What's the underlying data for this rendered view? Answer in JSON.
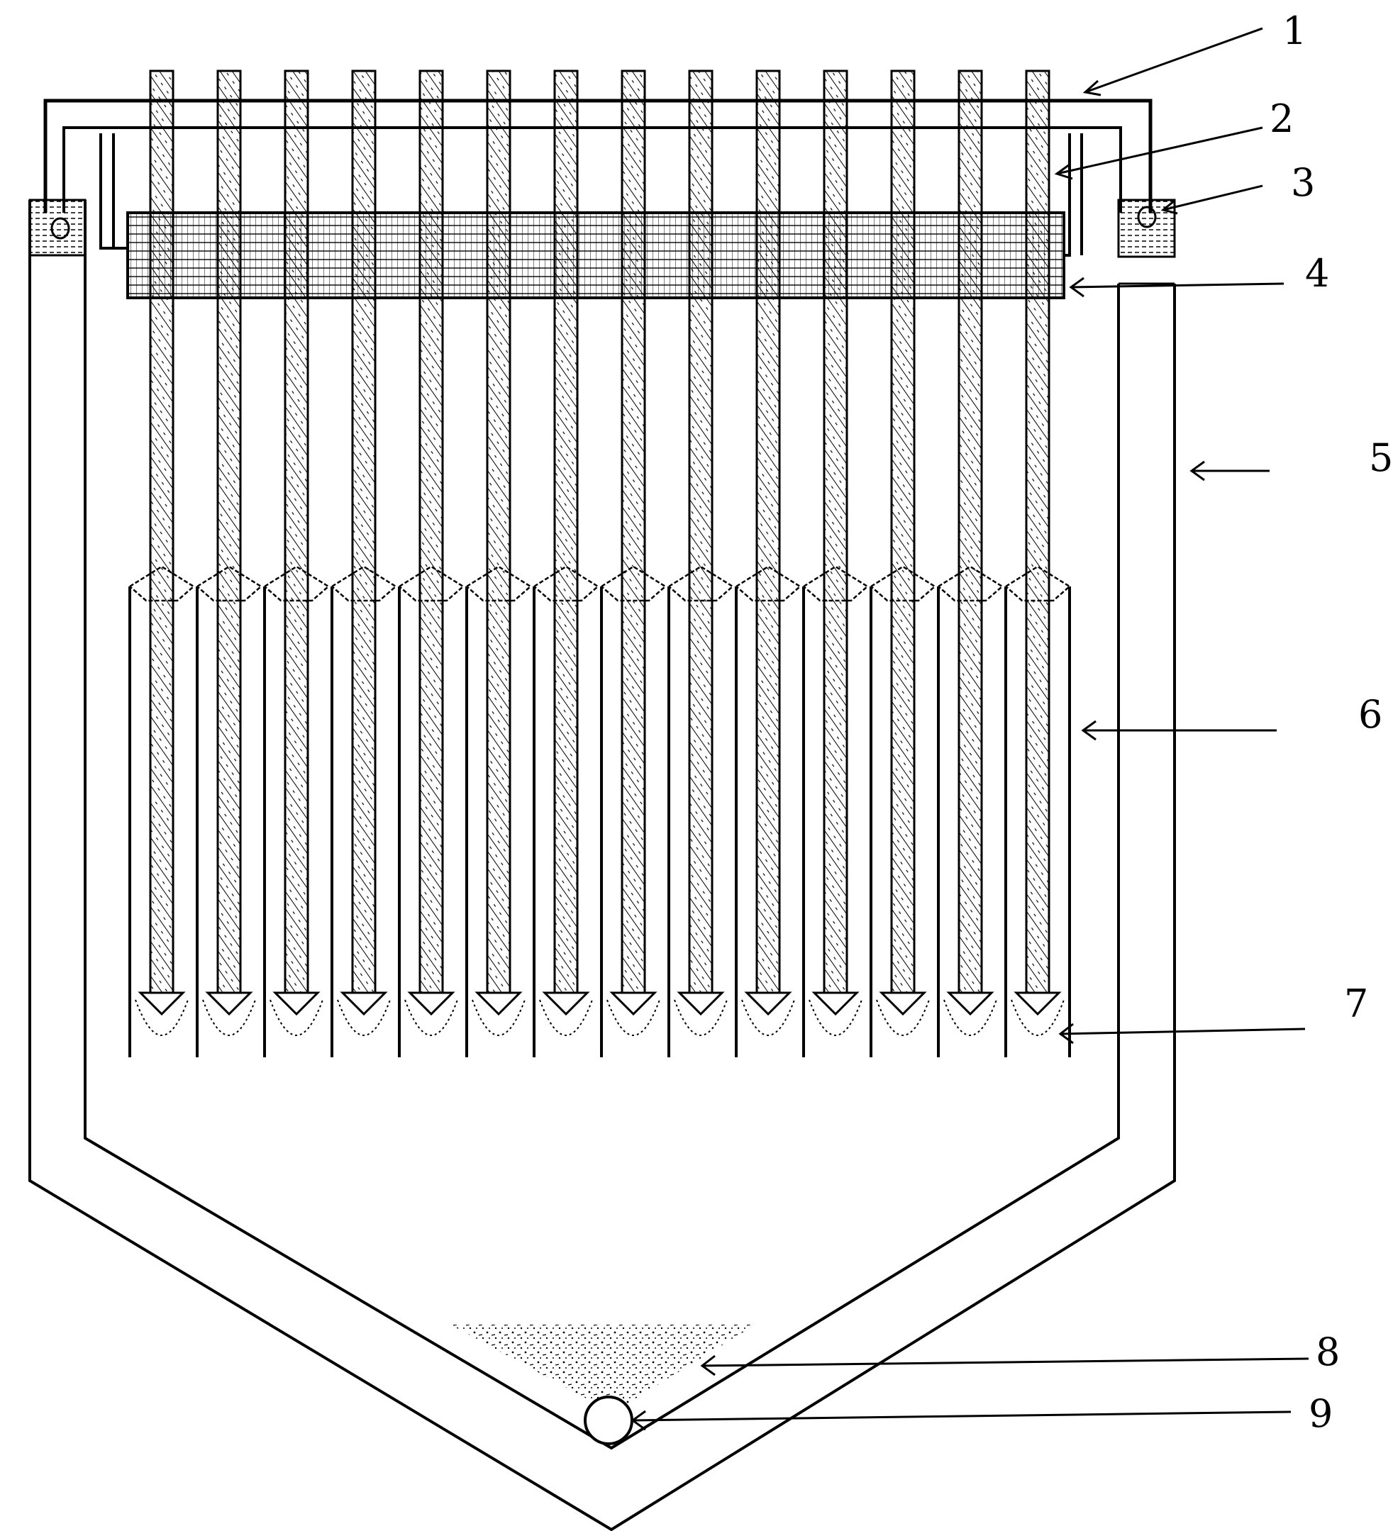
{
  "figure": {
    "callouts": [
      {
        "label": "1",
        "target": "top-frame"
      },
      {
        "label": "2",
        "target": "inner-frame"
      },
      {
        "label": "3",
        "target": "liquid-seal-trough"
      },
      {
        "label": "4",
        "target": "support-grid"
      },
      {
        "label": "5",
        "target": "vessel-wall"
      },
      {
        "label": "6",
        "target": "tube-bank"
      },
      {
        "label": "7",
        "target": "tube-nozzle"
      },
      {
        "label": "8",
        "target": "sediment"
      },
      {
        "label": "9",
        "target": "outlet-pipe"
      }
    ],
    "rod_count": 14,
    "tube_count": 14,
    "line_color": "#000000",
    "background": "#ffffff"
  }
}
